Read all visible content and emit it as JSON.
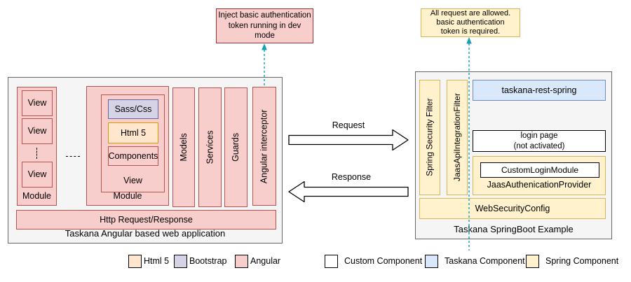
{
  "annotations": {
    "left_note": "Inject basic authentication\ntoken running in dev\nmode",
    "right_note": "All request are allowed.\nbasic authentication\ntoken is required."
  },
  "left_app": {
    "title": "Taskana Angular based web application",
    "module1": {
      "label": "Module",
      "views": [
        "View",
        "View",
        "View"
      ]
    },
    "module2": {
      "label": "Module",
      "view": {
        "label": "View",
        "sass": "Sass/Css",
        "html5": "Html 5",
        "components": "Components"
      }
    },
    "bars": [
      "Models",
      "Services",
      "Guards",
      "Angular interceptor"
    ],
    "http_bar": "Http Request/Response"
  },
  "flows": {
    "request": "Request",
    "response": "Response"
  },
  "right_app": {
    "title": "Taskana SpringBoot Example",
    "filters": [
      "Spring Security Filter",
      "JaasApiIntegrationFilter"
    ],
    "rest": "taskana-rest-spring",
    "login_page": "login page\n(not activated)",
    "custom_login_module": "CustomLoginModule",
    "jaas_provider": "JaasAuthenicationProvider",
    "web_security_config": "WebSecurityConfig"
  },
  "legend": {
    "items": [
      {
        "label": "Html 5"
      },
      {
        "label": "Bootstrap"
      },
      {
        "label": "Angular"
      },
      {
        "label": "Custom Component"
      },
      {
        "label": "Taskana Component"
      },
      {
        "label": "Spring Component"
      }
    ]
  },
  "colors": {
    "angular_fill": "#f8cecc",
    "angular_stroke": "#b85450",
    "html5_fill": "#ffe6cc",
    "html5_stroke": "#d79b00",
    "bootstrap_fill": "#d6d3e7",
    "bootstrap_stroke": "#69619c",
    "spring_fill": "#fff2cc",
    "spring_stroke": "#d6b656",
    "taskana_fill": "#dae8fc",
    "taskana_stroke": "#6c8ebf",
    "custom_fill": "#ffffff",
    "custom_stroke": "#000000",
    "container_fill": "#f5f5f5",
    "container_stroke": "#666666",
    "connector": "#16a0b5",
    "note_stroke": "#9a3332"
  }
}
